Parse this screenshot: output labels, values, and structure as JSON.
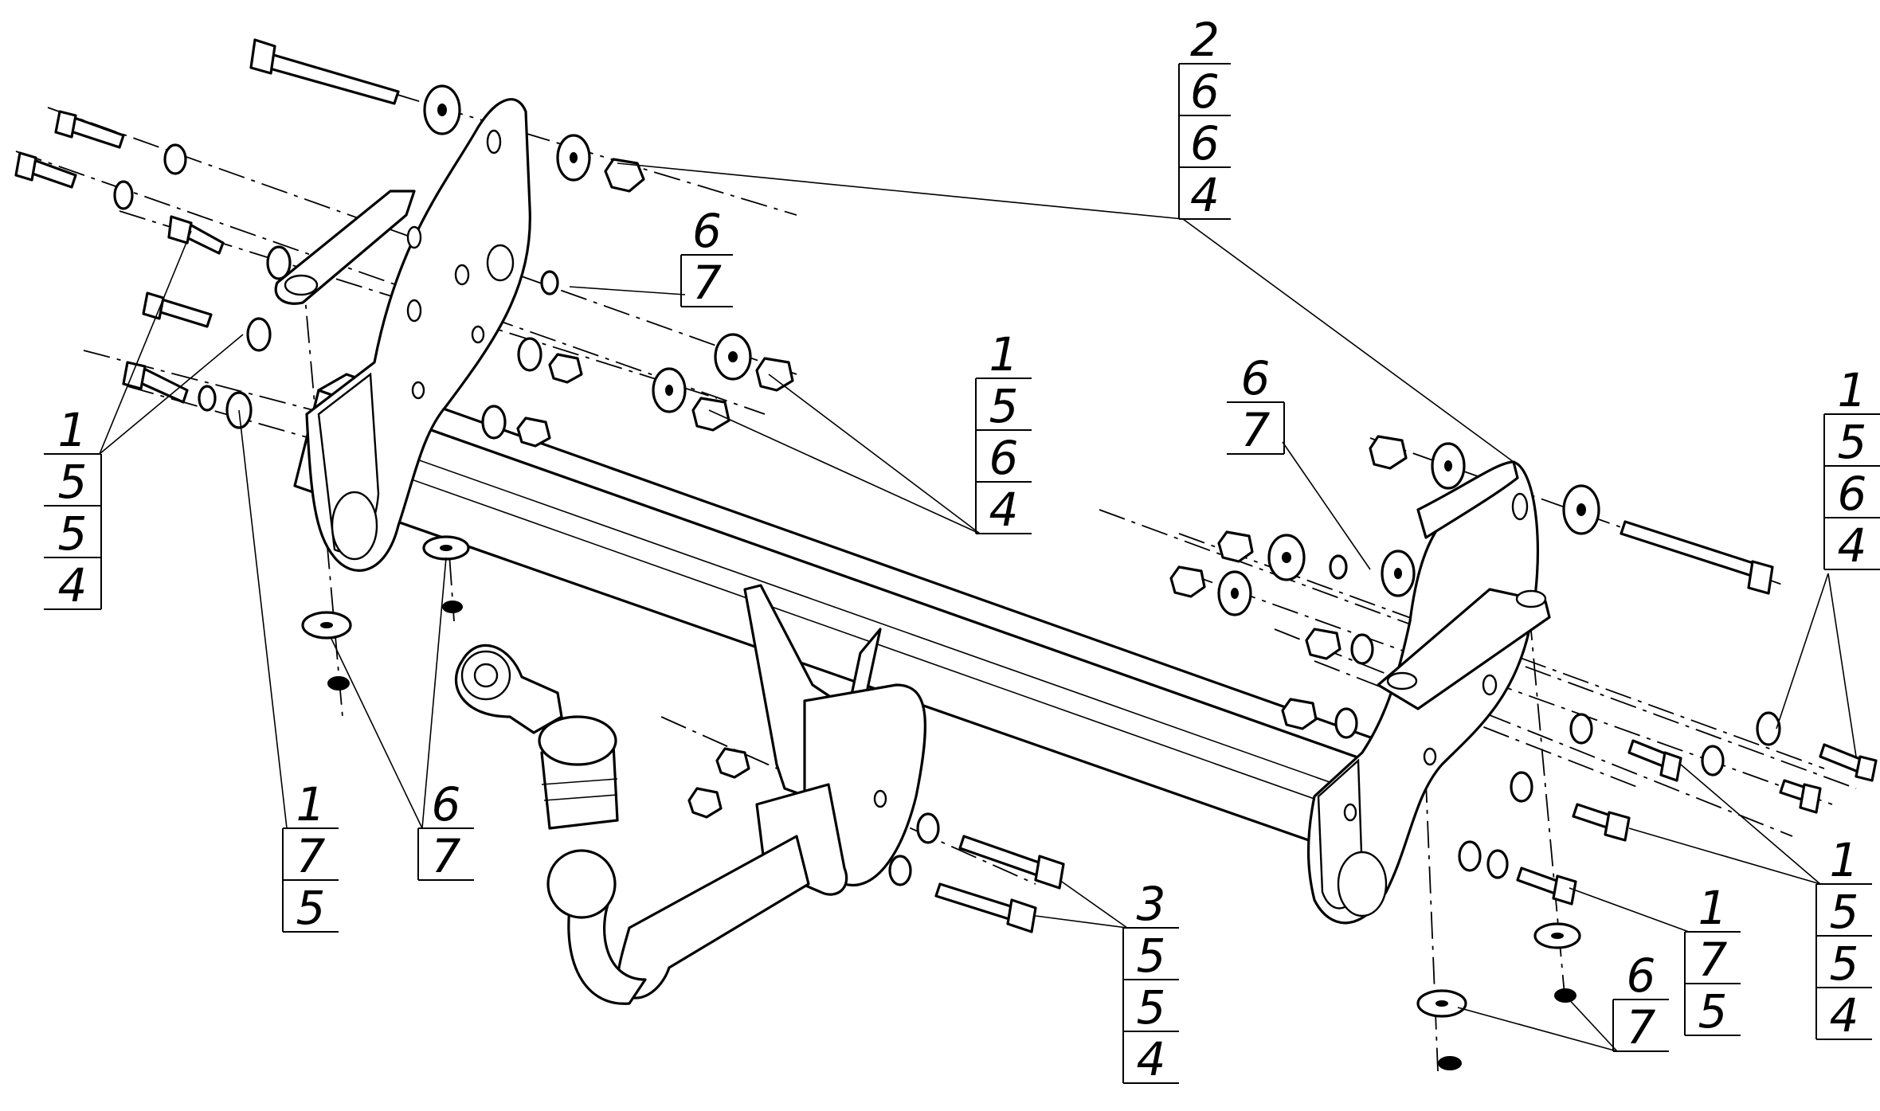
{
  "callouts": [
    {
      "id": "top-center",
      "values": [
        "2",
        "6",
        "6",
        "4"
      ]
    },
    {
      "id": "top-left-67",
      "values": [
        "6",
        "7"
      ]
    },
    {
      "id": "mid-center",
      "values": [
        "1",
        "5",
        "6",
        "4"
      ]
    },
    {
      "id": "left",
      "values": [
        "1",
        "5",
        "5",
        "4"
      ]
    },
    {
      "id": "right-top",
      "values": [
        "1",
        "5",
        "6",
        "4"
      ]
    },
    {
      "id": "right-67",
      "values": [
        "6",
        "7"
      ]
    },
    {
      "id": "bottom-left",
      "values": [
        "1",
        "7",
        "5"
      ]
    },
    {
      "id": "bottom-67",
      "values": [
        "6",
        "7"
      ]
    },
    {
      "id": "bottom-ball",
      "values": [
        "3",
        "5",
        "5",
        "4"
      ]
    },
    {
      "id": "bottom-right",
      "values": [
        "1",
        "7",
        "5"
      ]
    },
    {
      "id": "bottom-right-67",
      "values": [
        "6",
        "7"
      ]
    },
    {
      "id": "right-bottom",
      "values": [
        "1",
        "5",
        "5",
        "4"
      ]
    }
  ]
}
